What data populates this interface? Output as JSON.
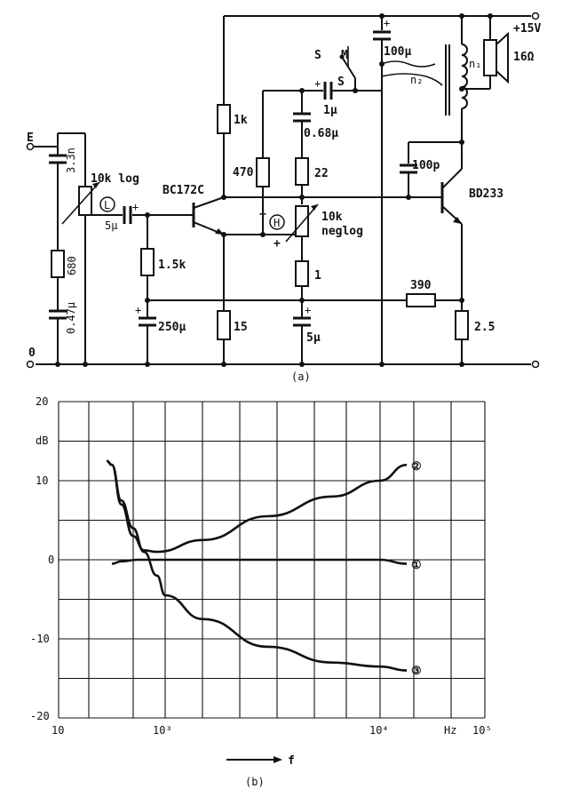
{
  "circuit": {
    "caption": "(a)",
    "supply": "+15V",
    "speaker": "16Ω",
    "input_terminal": "E",
    "ground_terminal": "0",
    "switch_label_s1": "S",
    "switch_label_m": "M",
    "switch_label_s2": "S",
    "transformer_n1": "n₁",
    "transformer_n2": "n₂",
    "transistor_q1": "BC172C",
    "transistor_q2": "BD233",
    "pot_l_label": "10k log",
    "pot_l_marker": "L",
    "pot_h_label_1": "10k",
    "pot_h_label_2": "neglog",
    "pot_h_marker": "H",
    "pot_h_minus": "−",
    "pot_h_plus": "+",
    "components": {
      "c_3n3": "3.3n",
      "r_680": "680",
      "c_047": "0.47μ",
      "c_5u_in": "5μ",
      "r_1k5": "1.5k",
      "c_250u": "250μ",
      "r_1k": "1k",
      "r_470": "470",
      "r_15": "15",
      "c_1u": "1μ",
      "c_068u": "0.68μ",
      "r_22": "22",
      "r_1": "1",
      "c_5u_e": "5μ",
      "c_100u": "100μ",
      "c_100p": "100p",
      "r_390": "390",
      "r_2_5": "2.5"
    }
  },
  "chart": {
    "caption": "(b)",
    "ylabel": "dB",
    "xlabel": "Hz",
    "f_label": "f",
    "y_ticks": [
      "20",
      "10",
      "0",
      "-10",
      "-20"
    ],
    "x_ticks": [
      "10",
      "10³",
      "10⁴",
      "10⁵"
    ],
    "curve_labels": [
      "①",
      "②",
      "③"
    ]
  },
  "chart_data": {
    "type": "line",
    "xscale": "log",
    "ylabel": "dB",
    "xlabel": "Hz",
    "ylim": [
      -20,
      20
    ],
    "y_ticks": [
      20,
      10,
      0,
      -10,
      -20
    ],
    "x_ticks_printed": [
      "10",
      "10³",
      "10⁴",
      "10⁵"
    ],
    "series": [
      {
        "name": "①",
        "x": [
          100,
          150,
          300,
          1000,
          3000,
          10000,
          18000
        ],
        "y": [
          -0.5,
          -0.2,
          0,
          0,
          0,
          0,
          -0.5
        ]
      },
      {
        "name": "②",
        "x": [
          80,
          100,
          150,
          250,
          400,
          700,
          1500,
          3000,
          6000,
          10000,
          18000
        ],
        "y": [
          12.5,
          12,
          7,
          3,
          1.2,
          1,
          2.5,
          5.5,
          8,
          10,
          12
        ]
      },
      {
        "name": "③",
        "x": [
          80,
          100,
          150,
          250,
          400,
          700,
          1000,
          1500,
          3000,
          6000,
          10000,
          18000
        ],
        "y": [
          12.5,
          12,
          7.5,
          4,
          1,
          -2,
          -4.5,
          -7.5,
          -11,
          -13,
          -13.5,
          -14
        ]
      }
    ]
  }
}
